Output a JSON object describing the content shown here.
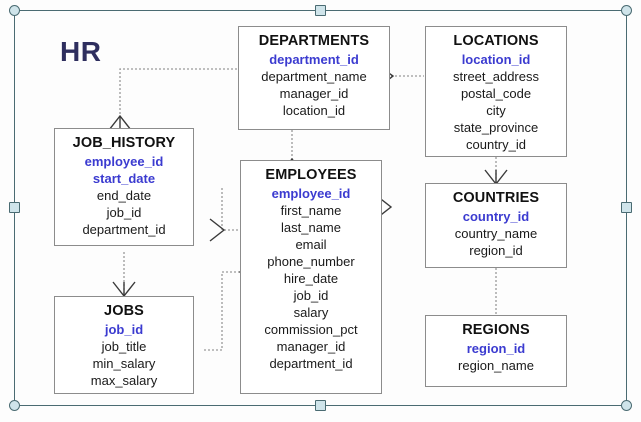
{
  "diagram": {
    "label": "HR",
    "title_color": "#2e2e5e",
    "pk_color": "#3b3bd0",
    "box_border_color": "#8c8c8c",
    "connector_color": "#9a9a9a",
    "selection_color": "#4a6b72",
    "handle_fill": "#cfe4ea",
    "canvas_background": "#fdfdfd"
  },
  "entities": [
    {
      "name": "JOB_HISTORY",
      "attributes": [
        {
          "name": "employee_id",
          "key": true
        },
        {
          "name": "start_date",
          "key": true
        },
        {
          "name": "end_date",
          "key": false
        },
        {
          "name": "job_id",
          "key": false
        },
        {
          "name": "department_id",
          "key": false
        }
      ]
    },
    {
      "name": "JOBS",
      "attributes": [
        {
          "name": "job_id",
          "key": true
        },
        {
          "name": "job_title",
          "key": false
        },
        {
          "name": "min_salary",
          "key": false
        },
        {
          "name": "max_salary",
          "key": false
        }
      ]
    },
    {
      "name": "DEPARTMENTS",
      "attributes": [
        {
          "name": "department_id",
          "key": true
        },
        {
          "name": "department_name",
          "key": false
        },
        {
          "name": "manager_id",
          "key": false
        },
        {
          "name": "location_id",
          "key": false
        }
      ]
    },
    {
      "name": "EMPLOYEES",
      "attributes": [
        {
          "name": "employee_id",
          "key": true
        },
        {
          "name": "first_name",
          "key": false
        },
        {
          "name": "last_name",
          "key": false
        },
        {
          "name": "email",
          "key": false
        },
        {
          "name": "phone_number",
          "key": false
        },
        {
          "name": "hire_date",
          "key": false
        },
        {
          "name": "job_id",
          "key": false
        },
        {
          "name": "salary",
          "key": false
        },
        {
          "name": "commission_pct",
          "key": false
        },
        {
          "name": "manager_id",
          "key": false
        },
        {
          "name": "department_id",
          "key": false
        }
      ]
    },
    {
      "name": "LOCATIONS",
      "attributes": [
        {
          "name": "location_id",
          "key": true
        },
        {
          "name": "street_address",
          "key": false
        },
        {
          "name": "postal_code",
          "key": false
        },
        {
          "name": "city",
          "key": false
        },
        {
          "name": "state_province",
          "key": false
        },
        {
          "name": "country_id",
          "key": false
        }
      ]
    },
    {
      "name": "COUNTRIES",
      "attributes": [
        {
          "name": "country_id",
          "key": true
        },
        {
          "name": "country_name",
          "key": false
        },
        {
          "name": "region_id",
          "key": false
        }
      ]
    },
    {
      "name": "REGIONS",
      "attributes": [
        {
          "name": "region_id",
          "key": true
        },
        {
          "name": "region_name",
          "key": false
        }
      ]
    }
  ],
  "relationships": [
    {
      "from": "DEPARTMENTS",
      "to": "JOB_HISTORY"
    },
    {
      "from": "DEPARTMENTS",
      "to": "EMPLOYEES"
    },
    {
      "from": "DEPARTMENTS",
      "to": "LOCATIONS"
    },
    {
      "from": "JOB_HISTORY",
      "to": "EMPLOYEES"
    },
    {
      "from": "JOBS",
      "to": "EMPLOYEES"
    },
    {
      "from": "JOBS",
      "to": "JOB_HISTORY"
    },
    {
      "from": "LOCATIONS",
      "to": "COUNTRIES"
    },
    {
      "from": "COUNTRIES",
      "to": "REGIONS"
    }
  ]
}
